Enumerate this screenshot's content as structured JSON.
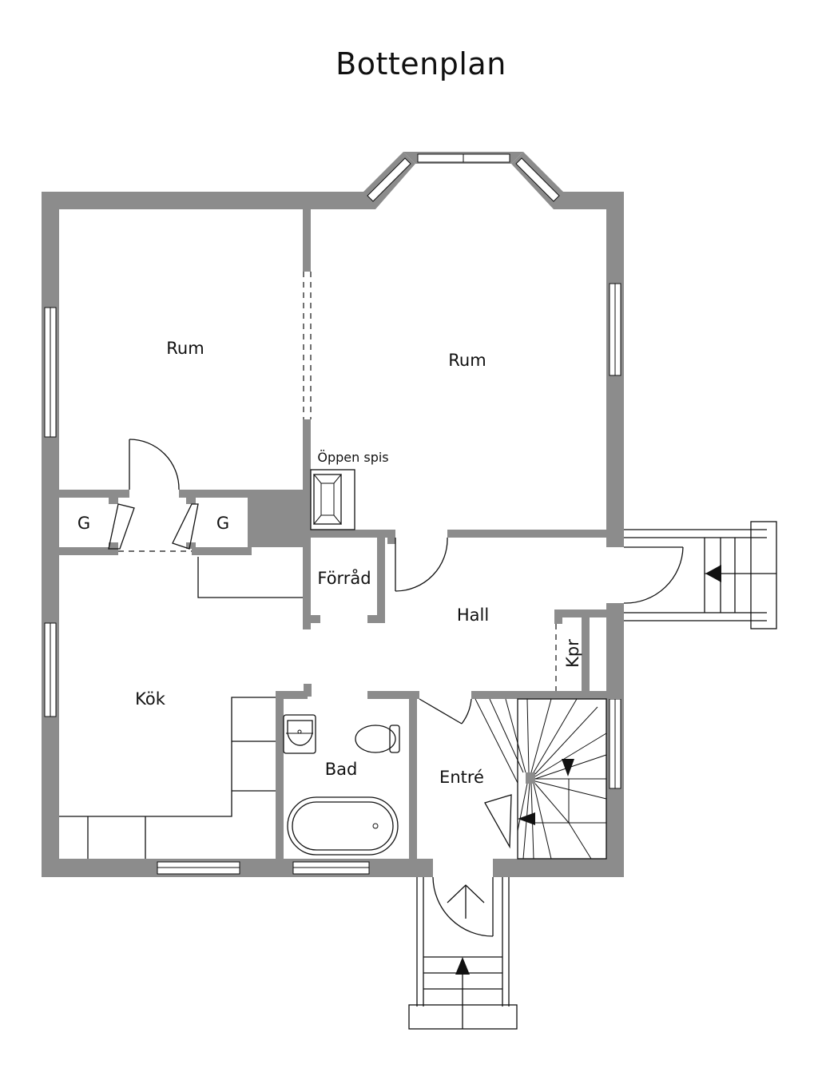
{
  "title": "Bottenplan",
  "rooms": {
    "rum_left": "Rum",
    "rum_right": "Rum",
    "oppen_spis": "Öppen spis",
    "g_left": "G",
    "g_right": "G",
    "forrad": "Förråd",
    "hall": "Hall",
    "kpr": "Kpr",
    "kok": "Kök",
    "bad": "Bad",
    "entre": "Entré"
  }
}
